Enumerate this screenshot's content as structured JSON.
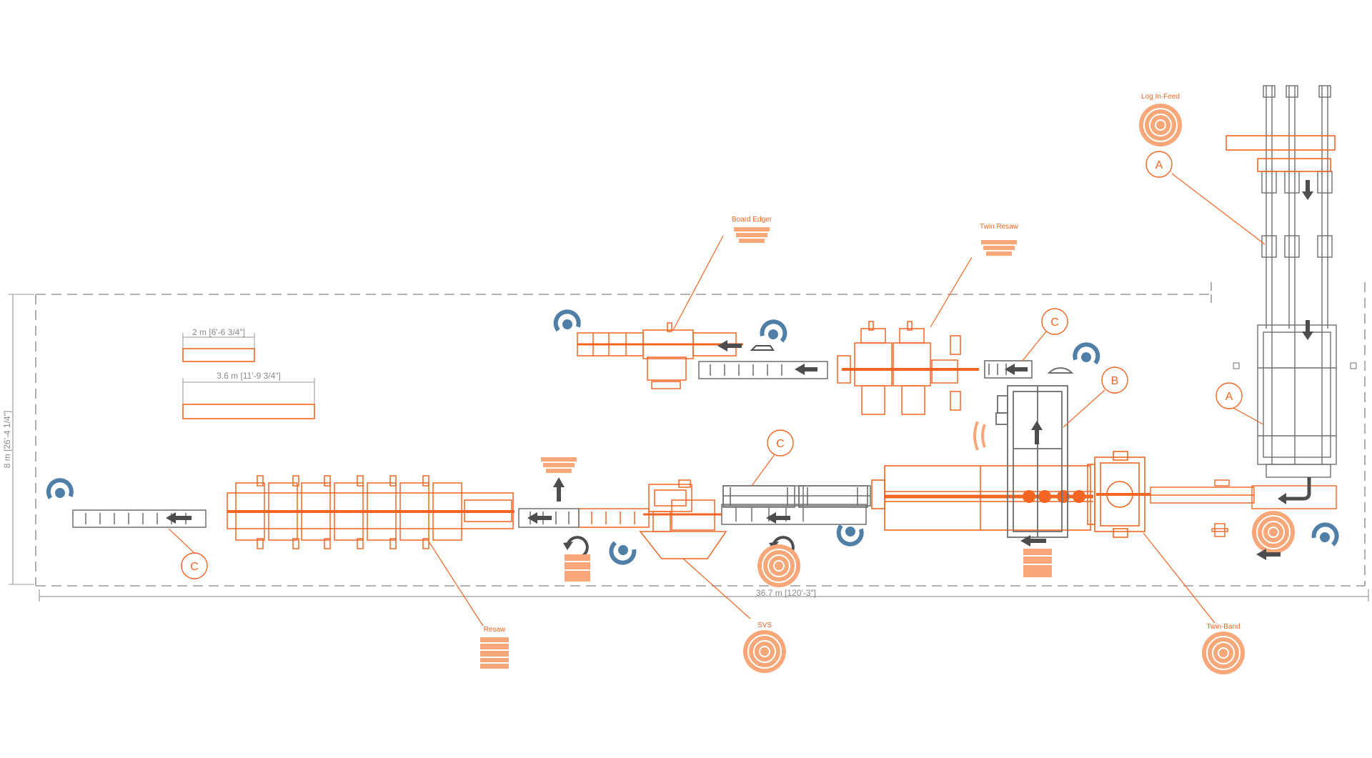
{
  "diagram": {
    "labels": {
      "log_infeed": "Log In-Feed",
      "board_edger": "Board Edger",
      "twin_resaw": "Twin Resaw",
      "resaw": "Resaw",
      "svs": "SVS",
      "twin_band": "Twin-Band"
    },
    "callouts": {
      "a_upper": "A",
      "a_lower": "A",
      "b": "B",
      "c_upper": "C",
      "c_middle": "C",
      "c_lower": "C"
    },
    "dimensions": {
      "scale_2m": "2 m [6'-6 3/4\"]",
      "scale_36m": "3.6 m [11'-9 3/4\"]",
      "overall_length": "36.7 m [120'-3\"]",
      "overall_width": "8 m [26'-4 1/4\"]"
    }
  },
  "colors": {
    "orange": "#f26522",
    "gray": "#6d6e71",
    "dark": "#4d4d4f",
    "blue": "#4f7fa6",
    "dim": "#9a9a9a"
  }
}
